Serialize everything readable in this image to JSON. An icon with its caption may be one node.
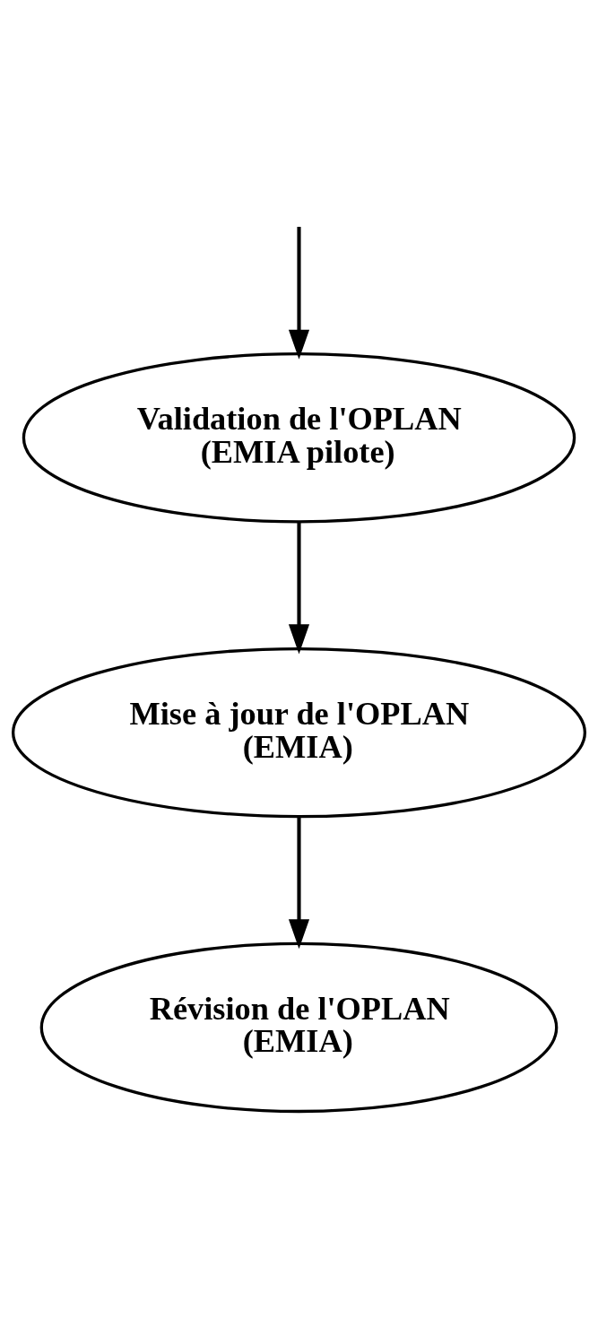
{
  "diagram": {
    "nodes": [
      {
        "text": [
          "Validation de l'OPLAN (EMIA pilote)"
        ]
      },
      {
        "text": [
          "Mise à jour de l'OPLAN (EMIA)"
        ]
      },
      {
        "text": [
          "Révision de l'OPLAN (EMIA)"
        ]
      }
    ],
    "edges": [
      {
        "from": null,
        "to": 0,
        "arrow": "to"
      },
      {
        "from": 0,
        "to": 1,
        "arrow": "to"
      },
      {
        "from": 1,
        "to": 2,
        "arrow": "to"
      }
    ]
  }
}
